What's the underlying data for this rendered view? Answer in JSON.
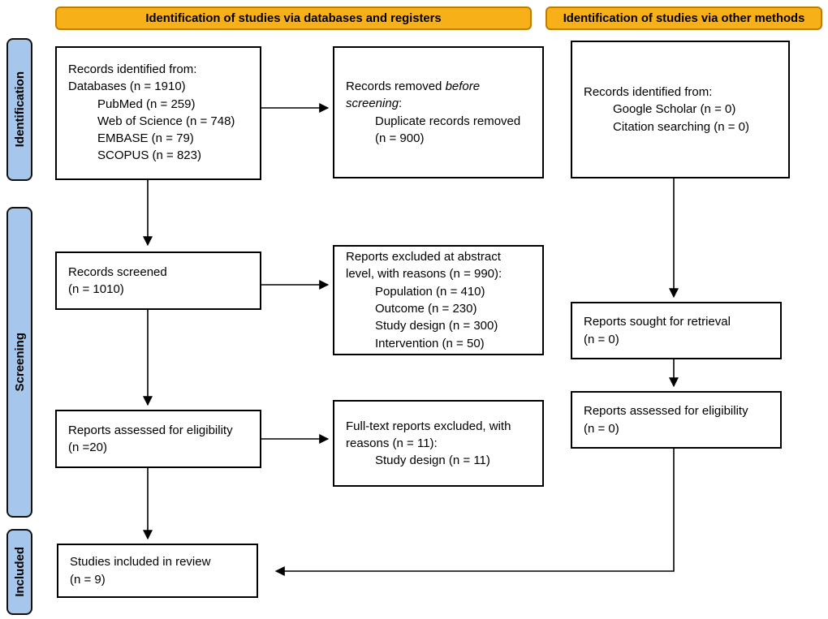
{
  "headers": {
    "databases": "Identification of studies via databases and registers",
    "other": "Identification of studies via other methods"
  },
  "sidebar": {
    "identification": "Identification",
    "screening": "Screening",
    "included": "Included"
  },
  "boxes": {
    "records_identified": {
      "lines": [
        {
          "indent": false,
          "segs": [
            [
              "Records identified from:",
              false
            ]
          ]
        },
        {
          "indent": false,
          "segs": [
            [
              "Databases (n = 1910)",
              false
            ]
          ]
        },
        {
          "indent": true,
          "segs": [
            [
              "PubMed (n = 259)",
              false
            ]
          ]
        },
        {
          "indent": true,
          "segs": [
            [
              "Web of Science (n = 748)",
              false
            ]
          ]
        },
        {
          "indent": true,
          "segs": [
            [
              "EMBASE (n = 79)",
              false
            ]
          ]
        },
        {
          "indent": true,
          "segs": [
            [
              "SCOPUS (n = 823)",
              false
            ]
          ]
        }
      ]
    },
    "records_removed": {
      "lines": [
        {
          "indent": false,
          "segs": [
            [
              "Records removed ",
              false
            ],
            [
              "before",
              true
            ]
          ]
        },
        {
          "indent": false,
          "segs": [
            [
              "screening",
              true
            ],
            [
              ":",
              false
            ]
          ]
        },
        {
          "indent": true,
          "segs": [
            [
              "Duplicate records removed",
              false
            ]
          ]
        },
        {
          "indent": true,
          "segs": [
            [
              "(n = 900)",
              false
            ]
          ]
        }
      ]
    },
    "records_other": {
      "lines": [
        {
          "indent": false,
          "segs": [
            [
              "Records identified from:",
              false
            ]
          ]
        },
        {
          "indent": true,
          "segs": [
            [
              "Google Scholar (n = 0)",
              false
            ]
          ]
        },
        {
          "indent": true,
          "segs": [
            [
              "Citation searching (n = 0)",
              false
            ]
          ]
        }
      ]
    },
    "records_screened": {
      "lines": [
        {
          "indent": false,
          "segs": [
            [
              "Records screened",
              false
            ]
          ]
        },
        {
          "indent": false,
          "segs": [
            [
              "(n = 1010)",
              false
            ]
          ]
        }
      ]
    },
    "reports_excluded_abstract": {
      "lines": [
        {
          "indent": false,
          "segs": [
            [
              "Reports excluded at abstract",
              false
            ]
          ]
        },
        {
          "indent": false,
          "segs": [
            [
              "level, with reasons (n = 990):",
              false
            ]
          ]
        },
        {
          "indent": true,
          "segs": [
            [
              "Population (n = 410)",
              false
            ]
          ]
        },
        {
          "indent": true,
          "segs": [
            [
              "Outcome (n = 230)",
              false
            ]
          ]
        },
        {
          "indent": true,
          "segs": [
            [
              "Study design (n = 300)",
              false
            ]
          ]
        },
        {
          "indent": true,
          "segs": [
            [
              "Intervention (n = 50)",
              false
            ]
          ]
        }
      ]
    },
    "reports_sought": {
      "lines": [
        {
          "indent": false,
          "segs": [
            [
              "Reports sought for retrieval",
              false
            ]
          ]
        },
        {
          "indent": false,
          "segs": [
            [
              "(n = 0)",
              false
            ]
          ]
        }
      ]
    },
    "reports_assessed_left": {
      "lines": [
        {
          "indent": false,
          "segs": [
            [
              "Reports assessed for eligibility",
              false
            ]
          ]
        },
        {
          "indent": false,
          "segs": [
            [
              "(n =20)",
              false
            ]
          ]
        }
      ]
    },
    "fulltext_excluded": {
      "lines": [
        {
          "indent": false,
          "segs": [
            [
              "Full-text reports excluded, with",
              false
            ]
          ]
        },
        {
          "indent": false,
          "segs": [
            [
              "reasons (n = 11):",
              false
            ]
          ]
        },
        {
          "indent": true,
          "segs": [
            [
              "Study design (n = 11)",
              false
            ]
          ]
        }
      ]
    },
    "reports_assessed_right": {
      "lines": [
        {
          "indent": false,
          "segs": [
            [
              "Reports assessed for eligibility",
              false
            ]
          ]
        },
        {
          "indent": false,
          "segs": [
            [
              "(n = 0)",
              false
            ]
          ]
        }
      ]
    },
    "studies_included": {
      "lines": [
        {
          "indent": false,
          "segs": [
            [
              "Studies included in review",
              false
            ]
          ]
        },
        {
          "indent": false,
          "segs": [
            [
              "(n = 9)",
              false
            ]
          ]
        }
      ]
    }
  },
  "colors": {
    "header_fill": "#F8B018",
    "header_border": "#BA7D0A",
    "sidebar_fill": "#A6C7EB",
    "box_border": "#000000",
    "arrow": "#000000"
  }
}
